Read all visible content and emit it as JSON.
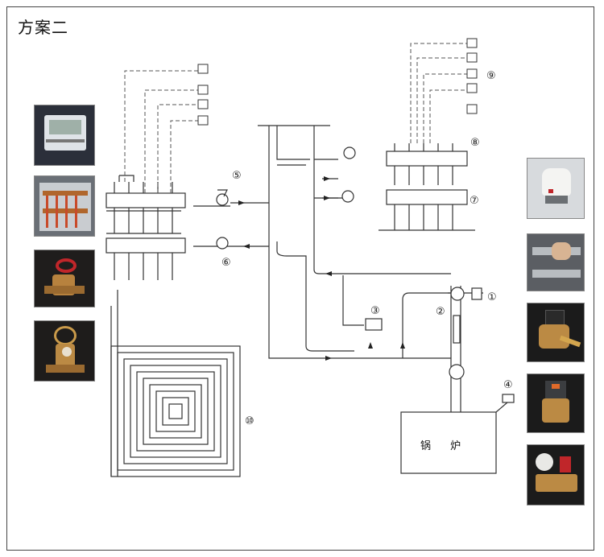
{
  "title": "方案二",
  "boiler": {
    "label": "锅 炉"
  },
  "markers": [
    "①",
    "②",
    "③",
    "④",
    "⑤",
    "⑥",
    "⑦",
    "⑧",
    "⑨",
    "⑩"
  ],
  "photos_left": [
    "thermostat-photo",
    "manifold-cabinet-photo",
    "red-valve-photo",
    "brass-valve-photo"
  ],
  "photos_right": [
    "actuator-photo",
    "hand-valve-photo",
    "mixing-valve-photo",
    "safety-valve-photo",
    "pump-group-photo"
  ]
}
